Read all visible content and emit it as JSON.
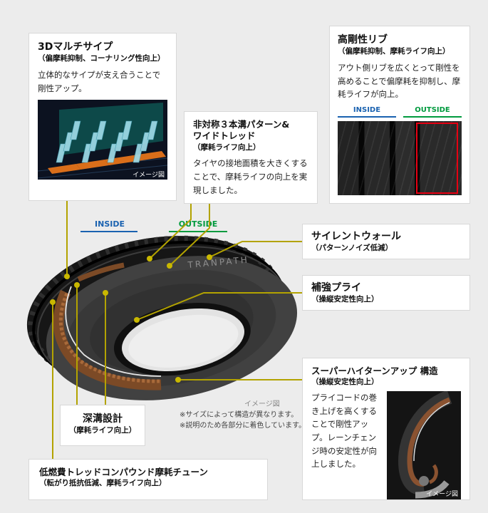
{
  "page": {
    "background": "#ececec"
  },
  "colors": {
    "connector": "#b3a300",
    "connector_dot": "#c9b800",
    "inside_blue": "#1a62b0",
    "outside_green": "#009a3e",
    "highlight_red": "#e60012",
    "belt_brown": "#7c4a26"
  },
  "callouts": {
    "sipe3d": {
      "title": "3Dマルチサイプ",
      "subtitle": "（偏摩耗抑制、コーナリング性向上）",
      "body": "立体的なサイプが支え合うことで剛性アップ。",
      "image_label": "イメージ図"
    },
    "rigid_rib": {
      "title": "高剛性リブ",
      "subtitle": "（偏摩耗抑制、摩耗ライフ向上）",
      "body": "アウト側リブを広くとって剛性を高めることで偏摩耗を抑制し、摩耗ライフが向上。",
      "inside_label": "INSIDE",
      "outside_label": "OUTSIDE"
    },
    "asymmetric_pattern": {
      "title_line1": "非対称３本溝パターン&",
      "title_line2": "ワイドトレッド",
      "subtitle": "（摩耗ライフ向上）",
      "body": "タイヤの接地面積を大きくすることで、摩耗ライフの向上を実現しました。"
    },
    "silent_wall": {
      "title": "サイレントウォール",
      "subtitle": "（パターンノイズ低減）"
    },
    "reinforced_ply": {
      "title": "補強プライ",
      "subtitle": "（操縦安定性向上）"
    },
    "turnup": {
      "title": "スーパーハイターンアップ 構造",
      "subtitle": "（操縦安定性向上）",
      "body": "プライコードの巻き上げを高くすることで剛性アップ。レーンチェンジ時の安定性が向上しました。",
      "image_label": "イメージ図"
    },
    "deep_groove": {
      "title": "深溝設計",
      "subtitle": "（摩耗ライフ向上）"
    },
    "eco_compound": {
      "title": "低燃費トレッドコンパウンド摩耗チューン",
      "subtitle": "（転がり抵抗低減、摩耗ライフ向上）"
    }
  },
  "tire": {
    "inside_label": "INSIDE",
    "outside_label": "OUTSIDE",
    "sidewall_text": "TRANPATH",
    "image_note": "イメージ図",
    "notes": [
      "※サイズによって構造が異なります。",
      "※説明のため各部分に着色しています。"
    ]
  }
}
